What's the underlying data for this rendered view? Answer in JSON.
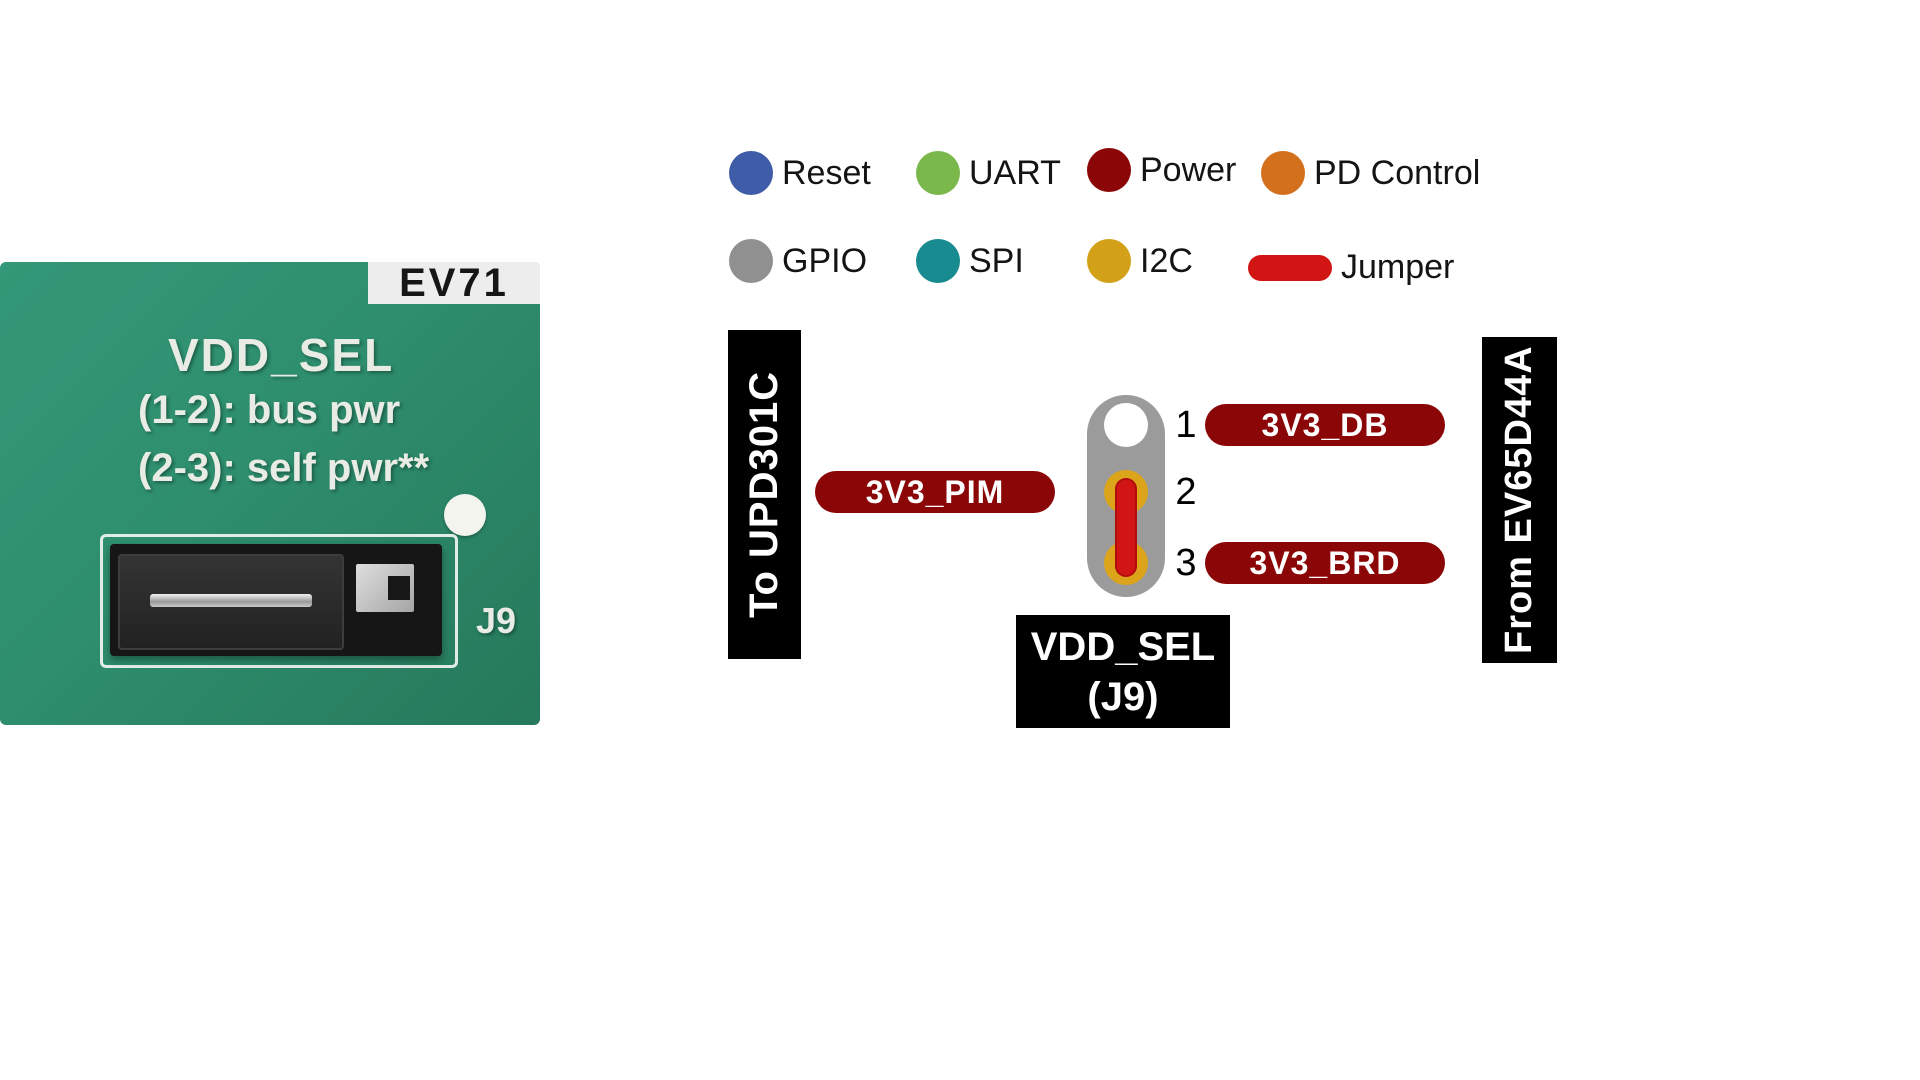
{
  "colors": {
    "pcb_green": "#2e8e6e",
    "maroon": "#8b0606",
    "jumper_red": "#d11414",
    "connector_gray": "#9b9b9b",
    "pin_gold": "#dca41b"
  },
  "photo": {
    "corner_label": "EV71",
    "title": "VDD_SEL",
    "line1": "(1-2): bus pwr",
    "line2": "(2-3): self pwr**",
    "refdes": "J9"
  },
  "legend": {
    "items": [
      {
        "label": "Reset",
        "color": "#3f5ca8",
        "shape": "circle"
      },
      {
        "label": "UART",
        "color": "#7bb84c",
        "shape": "circle"
      },
      {
        "label": "Power",
        "color": "#8b0606",
        "shape": "circle"
      },
      {
        "label": "PD Control",
        "color": "#d2701c",
        "shape": "circle"
      },
      {
        "label": "GPIO",
        "color": "#909090",
        "shape": "circle"
      },
      {
        "label": "SPI",
        "color": "#178b8f",
        "shape": "circle"
      },
      {
        "label": "I2C",
        "color": "#d2a117",
        "shape": "circle"
      },
      {
        "label": "Jumper",
        "color": "#d11414",
        "shape": "pill"
      }
    ]
  },
  "diagram": {
    "left_bar": "To UPD301C",
    "right_bar": "From EV65D44A",
    "connector_title_line1": "VDD_SEL",
    "connector_title_line2": "(J9)",
    "jumper_pins": "2-3",
    "pins": [
      {
        "number": "1",
        "net": "3V3_DB"
      },
      {
        "number": "2",
        "net": "3V3_PIM"
      },
      {
        "number": "3",
        "net": "3V3_BRD"
      }
    ]
  }
}
